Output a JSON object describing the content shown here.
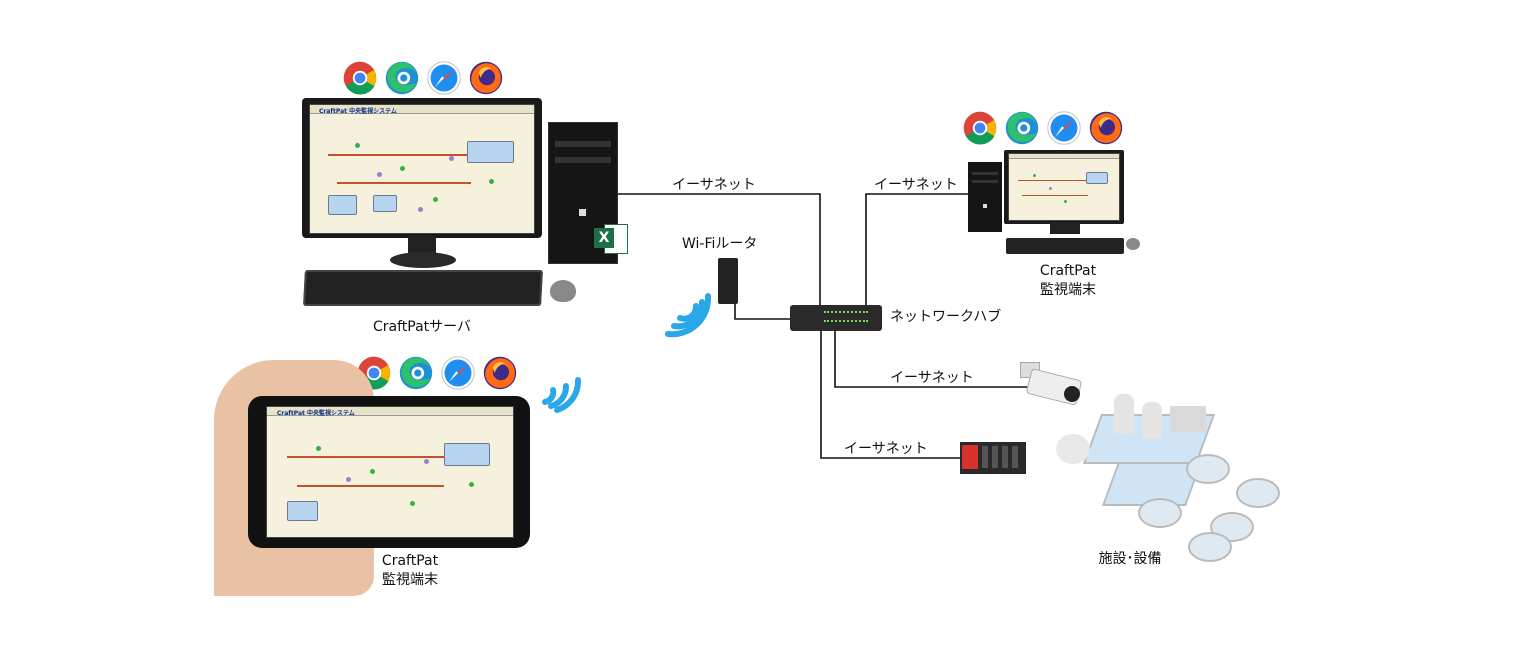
{
  "labels": {
    "ethernet_server": "イーサネット",
    "ethernet_terminal": "イーサネット",
    "ethernet_camera": "イーサネット",
    "ethernet_plc": "イーサネット",
    "wifi_router": "Wi-Fiルータ",
    "network_hub": "ネットワークハブ",
    "server": "CraftPatサーバ",
    "terminal_name": "CraftPat",
    "terminal_sub": "監視端末",
    "mobile_name": "CraftPat",
    "mobile_sub": "監視端末",
    "facility": "施設･設備",
    "screen_title": "CraftPat 中央監視システム"
  },
  "browsers": [
    "chrome-icon",
    "edge-icon",
    "safari-icon",
    "firefox-icon"
  ],
  "colors": {
    "line": "#111111",
    "wifi": "#2aa7e8",
    "screen_bg": "#f5f1dc",
    "pipe": "#c64f2c",
    "excel": "#1d7044"
  }
}
